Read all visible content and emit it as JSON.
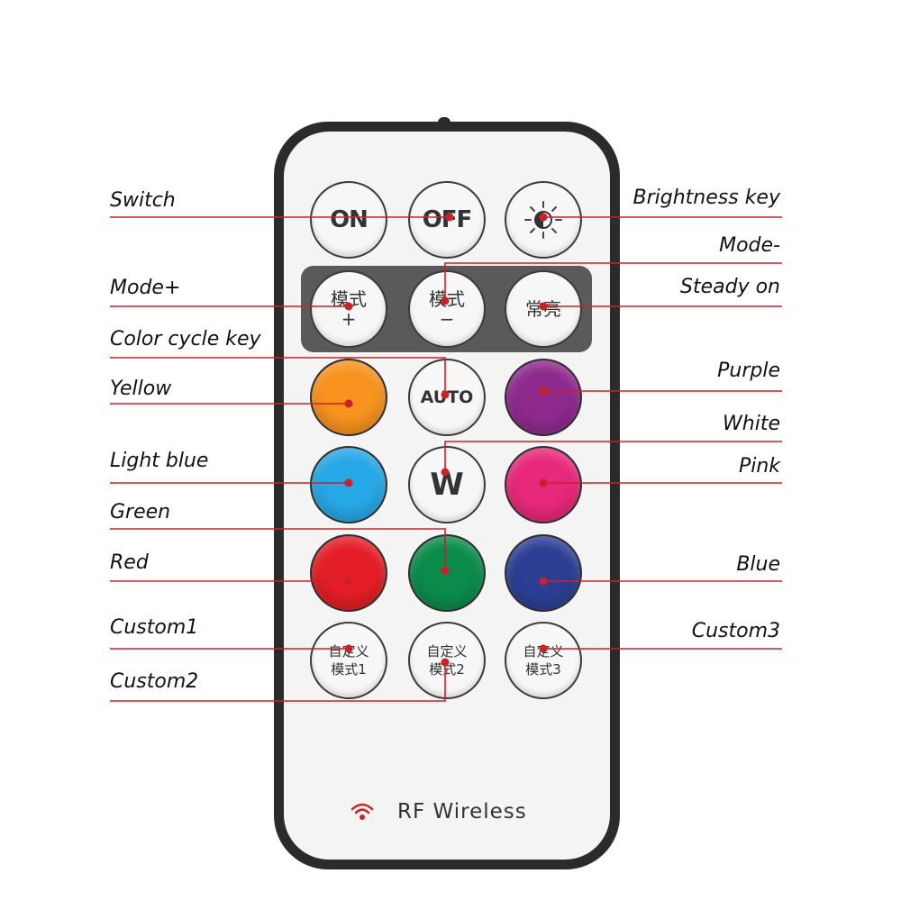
{
  "remote": {
    "rf_label": "RF Wireless",
    "rf_icon": "wifi-icon",
    "body_color": "#2b2b2b",
    "panel_color": "#5a5a5a"
  },
  "buttons": {
    "on": "ON",
    "off": "OFF",
    "brightness_icon": "brightness-icon",
    "mode_plus_top": "模式",
    "mode_plus_bottom": "+",
    "mode_minus_top": "模式",
    "mode_minus_bottom": "−",
    "steady": "常亮",
    "auto": "AUTO",
    "white": "W",
    "custom1_top": "自定义",
    "custom1_bottom": "模式1",
    "custom2_top": "自定义",
    "custom2_bottom": "模式2",
    "custom3_top": "自定义",
    "custom3_bottom": "模式3"
  },
  "colors": {
    "yellow": "#f7931e",
    "purple": "#8e2a8e",
    "light_blue": "#27a8e6",
    "pink": "#e8287a",
    "red": "#e41e26",
    "green": "#0b8c4a",
    "blue": "#2c3f94",
    "line": "#cc2027"
  },
  "labels": {
    "switch": "Switch",
    "brightness": "Brightness key",
    "mode_minus": "Mode-",
    "mode_plus": "Mode+",
    "steady_on": "Steady on",
    "color_cycle": "Color cycle key",
    "yellow": "Yellow",
    "purple": "Purple",
    "white": "White",
    "light_blue": "Light blue",
    "pink": "Pink",
    "green": "Green",
    "red": "Red",
    "blue": "Blue",
    "custom1": "Custom1",
    "custom3": "Custom3",
    "custom2": "Custom2"
  }
}
